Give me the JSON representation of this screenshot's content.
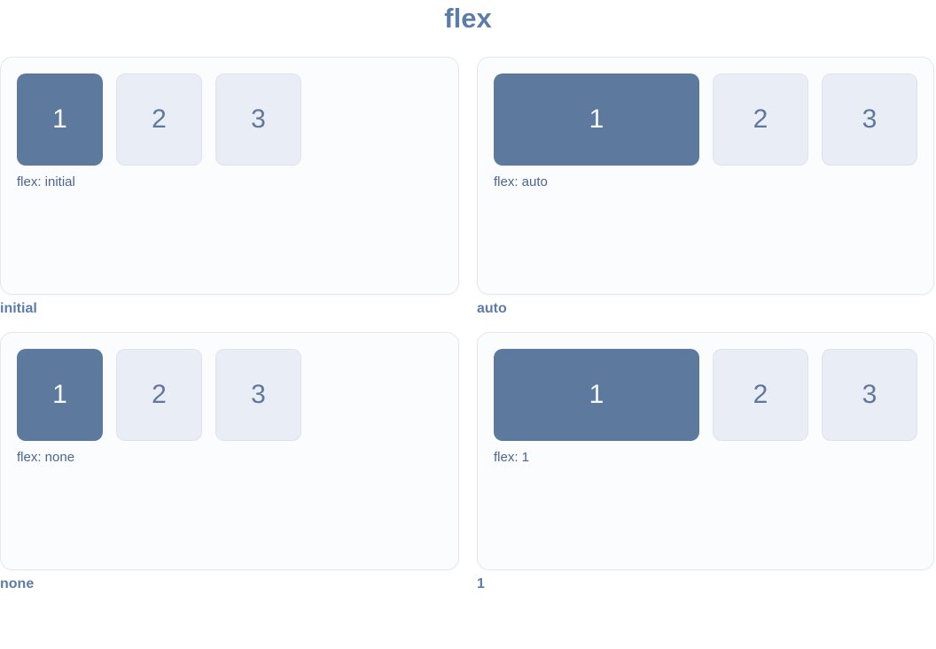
{
  "title": "flex",
  "panels": [
    {
      "caption": "flex: initial",
      "label": "initial",
      "boxes": [
        "1",
        "2",
        "3"
      ],
      "first_item_grows": false
    },
    {
      "caption": "flex: auto",
      "label": "auto",
      "boxes": [
        "1",
        "2",
        "3"
      ],
      "first_item_grows": true
    },
    {
      "caption": "flex: none",
      "label": "none",
      "boxes": [
        "1",
        "2",
        "3"
      ],
      "first_item_grows": false
    },
    {
      "caption": "flex: 1",
      "label": "1",
      "boxes": [
        "1",
        "2",
        "3"
      ],
      "first_item_grows": true
    }
  ],
  "colors": {
    "heading_text": "#5d7ca6",
    "caption_text": "#4d658d",
    "panel_bg": "#fbfcfe",
    "panel_border": "#e2e8f1",
    "box_bg": "#e9edf5",
    "box_border": "#dde4ef",
    "box_text": "#61779d",
    "highlight_box_bg": "#5d7a9e",
    "highlight_box_text": "#f6f8fb"
  }
}
